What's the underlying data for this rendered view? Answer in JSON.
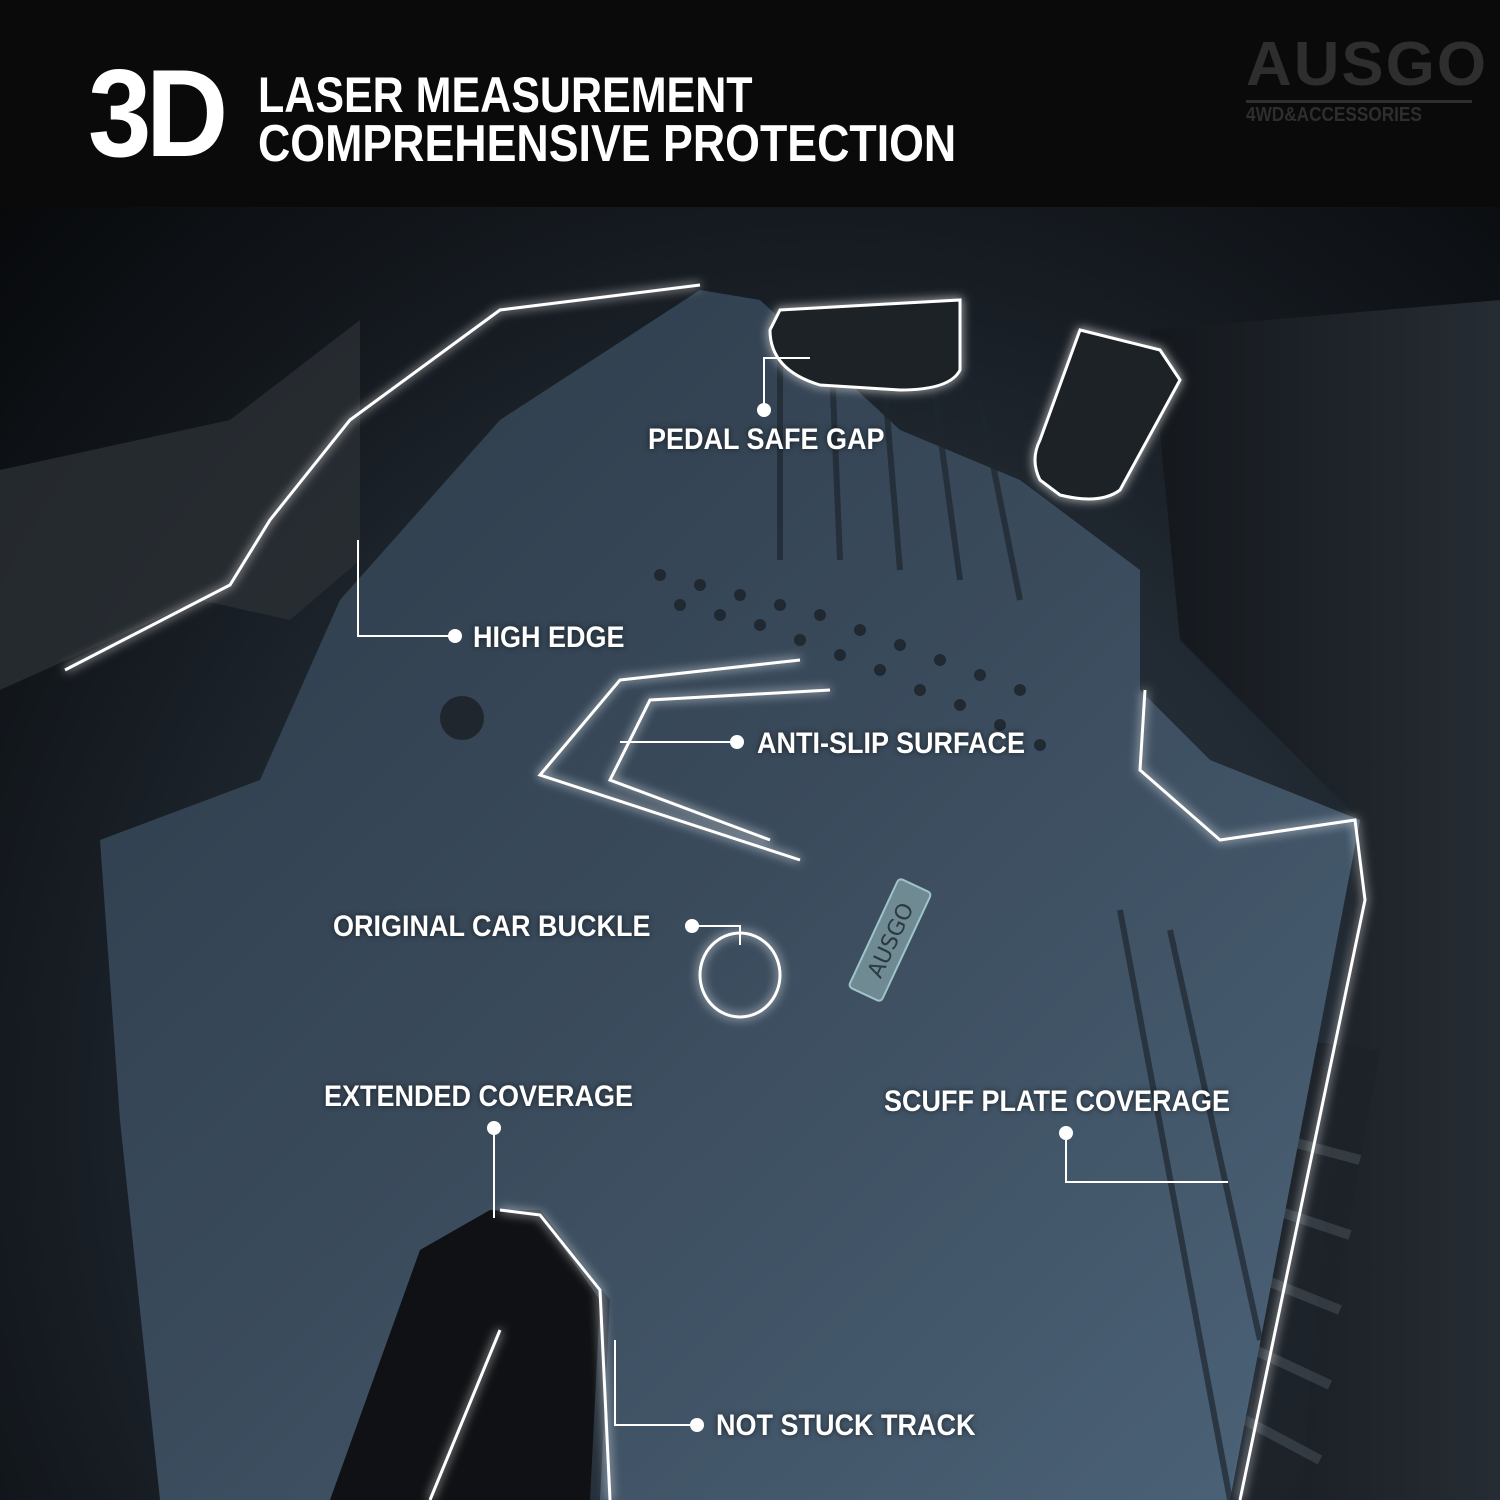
{
  "header": {
    "big_mark": "3D",
    "line1": "LASER MEASUREMENT",
    "line2": "COMPREHENSIVE PROTECTION"
  },
  "brand": {
    "name": "AUSGO",
    "subtitle": "4WD&ACCESSORIES"
  },
  "product": {
    "mat_badge_text": "AUSGO"
  },
  "callouts": [
    {
      "id": "pedal-safe-gap",
      "label": "PEDAL SAFE GAP"
    },
    {
      "id": "high-edge",
      "label": "HIGH EDGE"
    },
    {
      "id": "anti-slip-surface",
      "label": "ANTI-SLIP SURFACE"
    },
    {
      "id": "original-car-buckle",
      "label": "ORIGINAL CAR BUCKLE"
    },
    {
      "id": "extended-coverage",
      "label": "EXTENDED COVERAGE"
    },
    {
      "id": "scuff-plate-coverage",
      "label": "SCUFF PLATE COVERAGE"
    },
    {
      "id": "not-stuck-track",
      "label": "NOT STUCK TRACK"
    }
  ],
  "colors": {
    "background": "#0a0a0a",
    "glow_line": "#ffffff",
    "glow_halo": "#4a8fd0",
    "mat_tint": "#3b4d60",
    "brand_gray": "#2e2e2e"
  }
}
